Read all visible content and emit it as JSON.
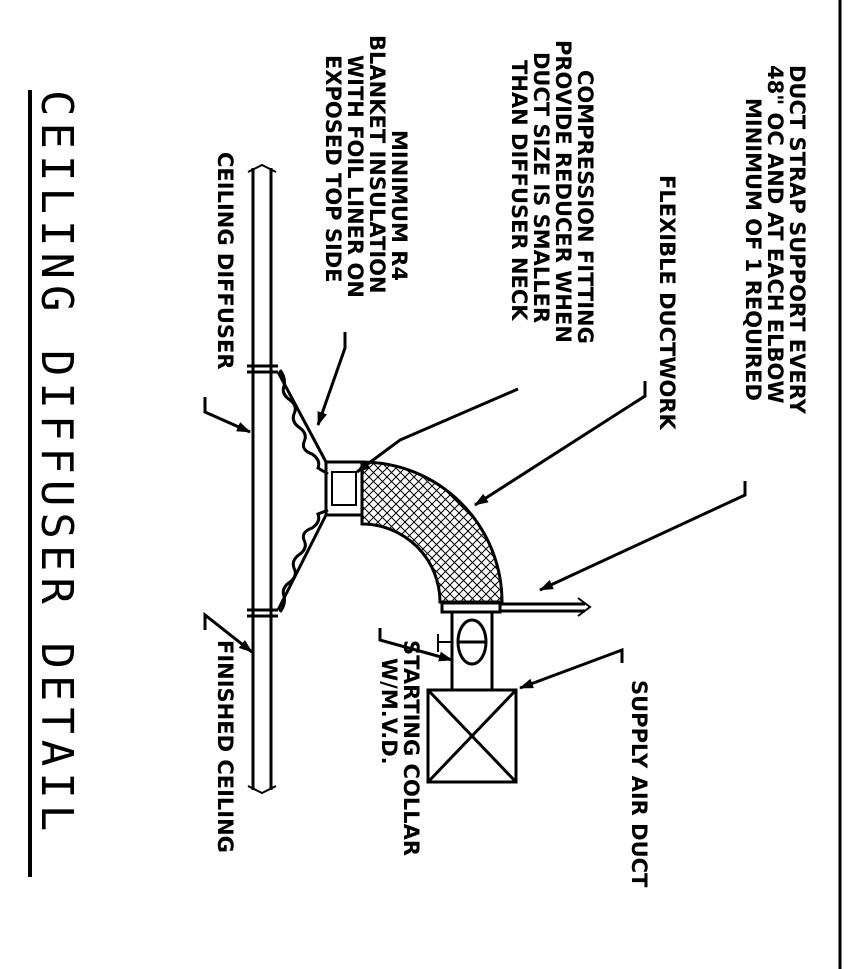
{
  "title": "CEILING DIFFUSER DETAIL",
  "labels": {
    "duct_strap": [
      "DUCT STRAP SUPPORT EVERY",
      "48\" OC AND AT EACH ELBOW",
      "MINIMUM OF 1 REQUIRED"
    ],
    "flexible_ductwork": [
      "FLEXIBLE DUCTWORK"
    ],
    "compression_fitting": [
      "COMPRESSION FITTING",
      "PROVIDE REDUCER WHEN",
      "DUCT SIZE IS SMALLER",
      "THAN DIFFUSER NECK"
    ],
    "insulation": [
      "MINIMUM R4",
      "BLANKET INSULATION",
      "WITH FOIL LINER ON",
      "EXPOSED TOP SIDE"
    ],
    "ceiling_diffuser": [
      "CEILING DIFFUSER"
    ],
    "supply_air_duct": [
      "SUPPLY AIR DUCT"
    ],
    "starting_collar": [
      "STARTING COLLAR",
      "W/M.V.D."
    ],
    "finished_ceiling": [
      "FINISHED CEILING"
    ]
  }
}
